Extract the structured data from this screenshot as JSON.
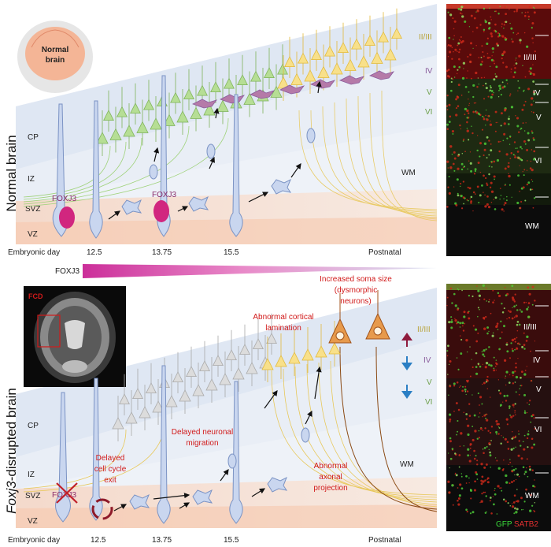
{
  "top_panel": {
    "side_title": "Normal brain",
    "brain_icon_label": [
      "Normal",
      "brain"
    ],
    "zones": [
      "CP",
      "IZ",
      "SVZ",
      "VZ"
    ],
    "layers": [
      "II/III",
      "IV",
      "V",
      "VI"
    ],
    "wm": "WM",
    "foxj3_cell_labels": [
      "FOXJ3",
      "FOXJ3"
    ],
    "timeline": [
      "Embryonic day",
      "12.5",
      "13.75",
      "15.5",
      "Postnatal"
    ],
    "micro_layers": [
      "II/III",
      "IV",
      "V",
      "VI",
      "WM"
    ]
  },
  "gradient": {
    "label": "FOXJ3",
    "start_color": "#cc2f9a",
    "end_color": "#c8d6ea"
  },
  "bottom_panel": {
    "side_title_italic": "Foxj3",
    "side_title_rest": "-disrupted brain",
    "mri_label": "FCD",
    "zones": [
      "CP",
      "IZ",
      "SVZ",
      "VZ"
    ],
    "layers": [
      "II/III",
      "IV",
      "V",
      "VI"
    ],
    "wm": "WM",
    "crossed_label": "FOXJ3",
    "annotations": {
      "soma": [
        "Increased soma size",
        "(dysmorphic",
        "neurons)"
      ],
      "lamination": [
        "Abnormal  cortical",
        "lamination"
      ],
      "migration": [
        "Delayed neuronal",
        "migration"
      ],
      "cell_cycle": [
        "Delayed",
        "cell cycle",
        "exit"
      ],
      "axonal": [
        "Abnormal",
        "axonal",
        "projection"
      ]
    },
    "timeline": [
      "Embryonic day",
      "12.5",
      "13.75",
      "15.5",
      "Postnatal"
    ],
    "micro_layers": [
      "II/III",
      "IV",
      "V",
      "VI",
      "WM"
    ],
    "stain_gfp": "GFP",
    "stain_satb2": "SATB2"
  },
  "colors": {
    "progenitor": "#9fb6df",
    "neuron_green": "#9fd27a",
    "neuron_yellow": "#f6d76a",
    "neuron_grey": "#c9c9c9",
    "interneuron_purple": "#b57aa8",
    "dysmorphic": "#e79a4c",
    "foxj3_magenta": "#d1267f",
    "arrow_up": "#8e1a3c",
    "arrow_down": "#2b7fc4",
    "text_red": "#d11a1a"
  }
}
